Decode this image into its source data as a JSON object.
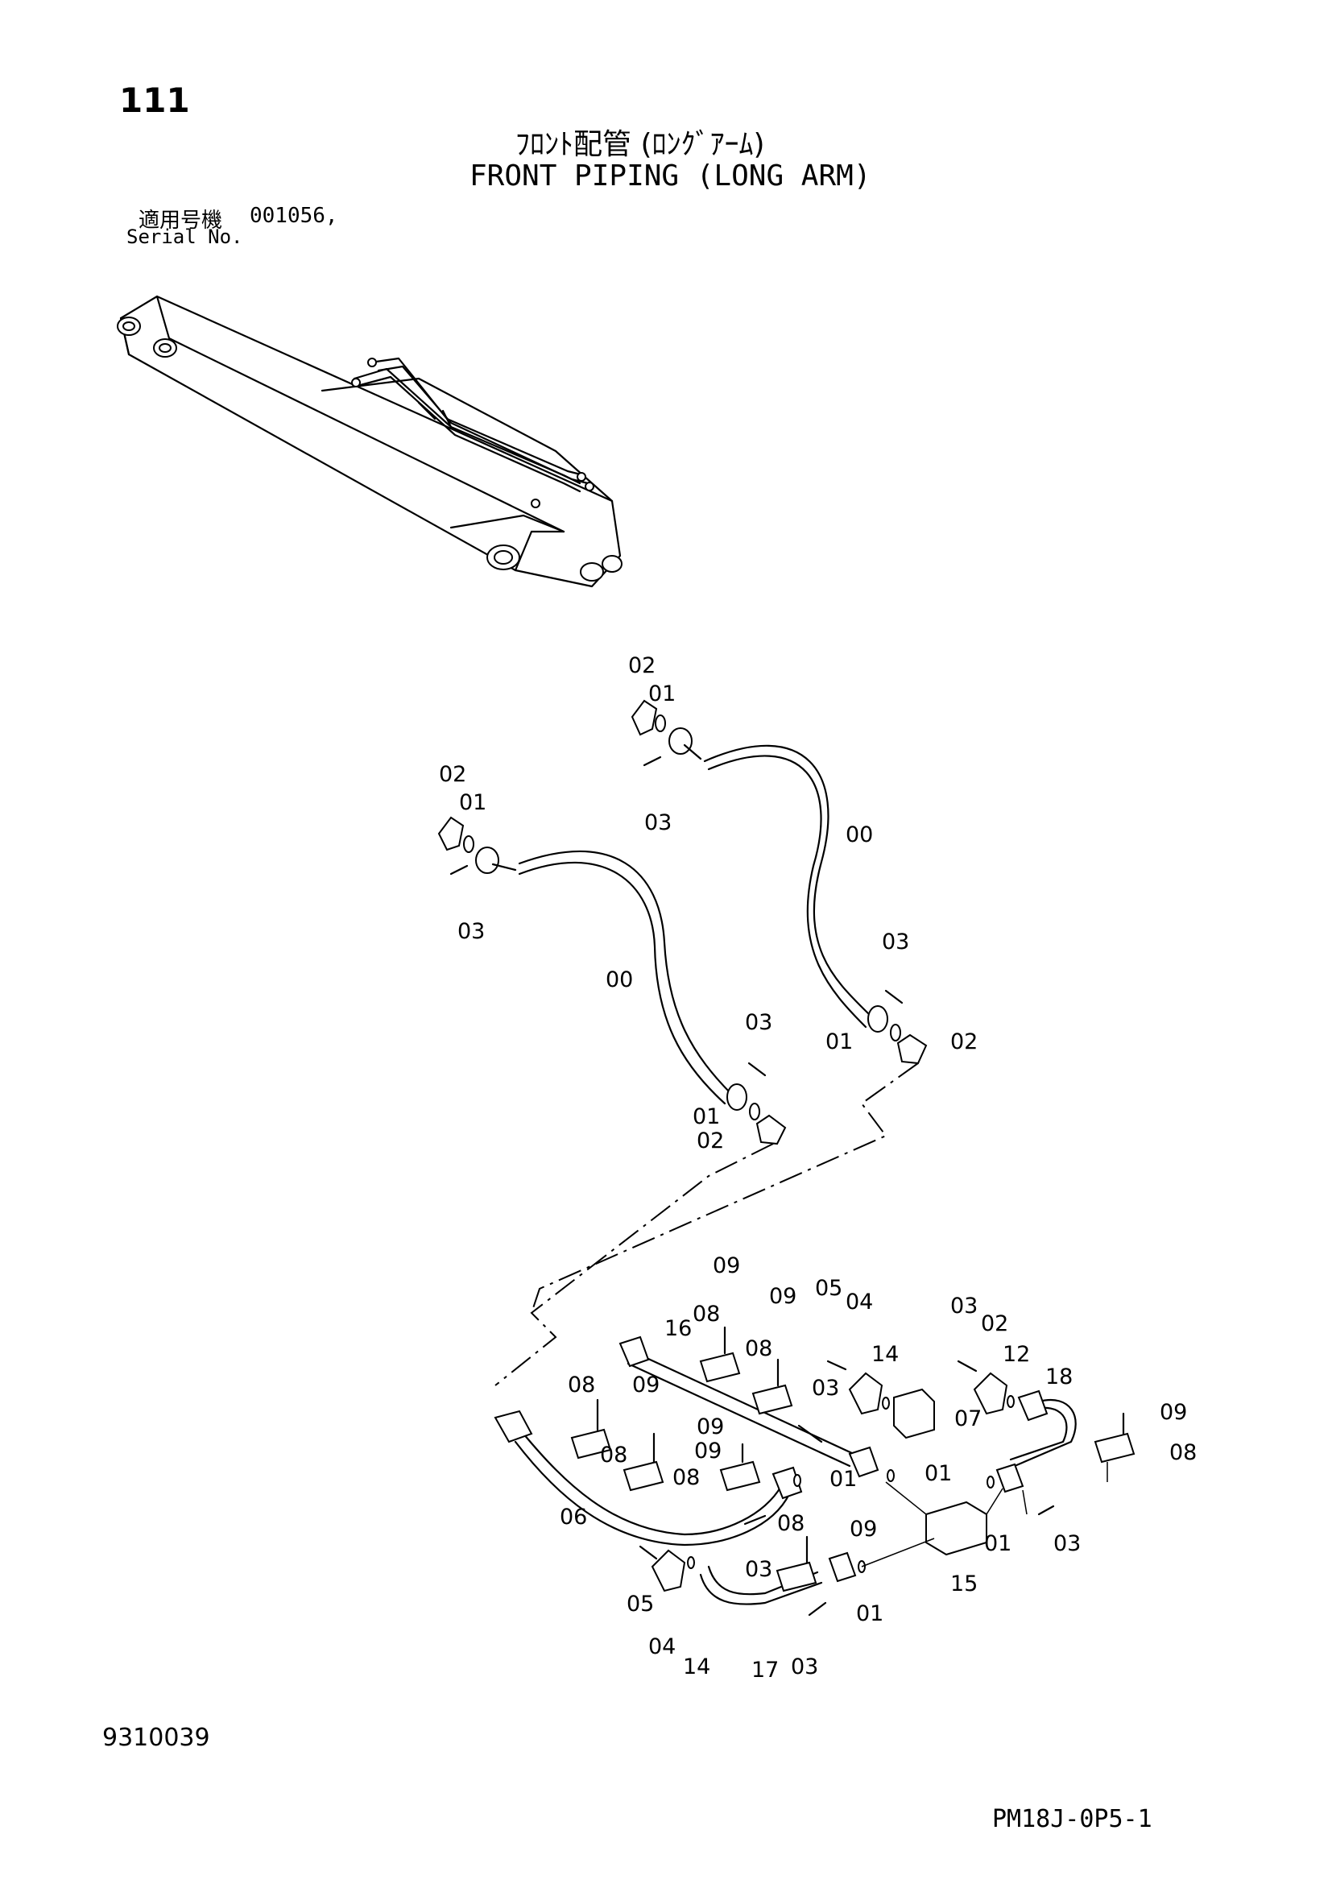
{
  "page_number": "111",
  "title_jp": "ﾌﾛﾝﾄ配管 (ﾛﾝｸﾞｱｰﾑ)",
  "title_en": "FRONT PIPING (LONG ARM)",
  "serial_label_jp": "適用号機",
  "serial_value": "001056,",
  "serial_label_en": "Serial No.",
  "document_number": "9310039",
  "drawing_code": "PM18J-0P5-1",
  "callouts": {
    "c00": "00",
    "c01": "01",
    "c02": "02",
    "c03": "03",
    "c04": "04",
    "c05": "05",
    "c06": "06",
    "c07": "07",
    "c08": "08",
    "c09": "09",
    "c12": "12",
    "c14": "14",
    "c15": "15",
    "c16": "16",
    "c17": "17",
    "c18": "18"
  }
}
